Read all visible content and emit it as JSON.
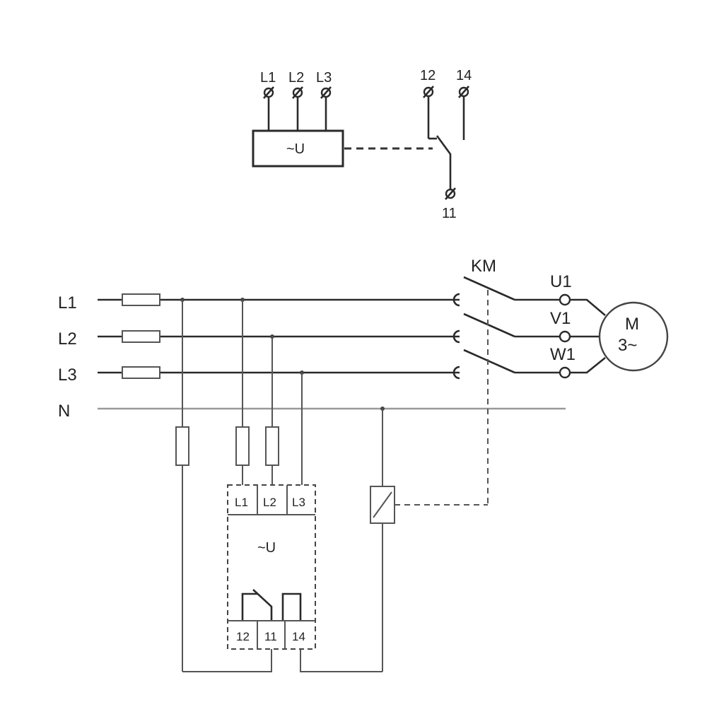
{
  "symbol": {
    "terminals": [
      "L1",
      "L2",
      "L3"
    ],
    "box_label": "~U",
    "contact_labels": {
      "nc": "12",
      "no": "14",
      "common": "11"
    }
  },
  "circuit": {
    "lines": [
      "L1",
      "L2",
      "L3",
      "N"
    ],
    "contactor_label": "KM",
    "motor_terminals": [
      "U1",
      "V1",
      "W1"
    ],
    "motor_label_top": "M",
    "motor_label_bottom": "3~",
    "relay": {
      "inputs": [
        "L1",
        "L2",
        "L3"
      ],
      "label": "~U",
      "outputs": [
        "12",
        "11",
        "14"
      ]
    }
  },
  "colors": {
    "line": "#2a2a2a",
    "neutral": "#999999",
    "control": "#555555"
  }
}
